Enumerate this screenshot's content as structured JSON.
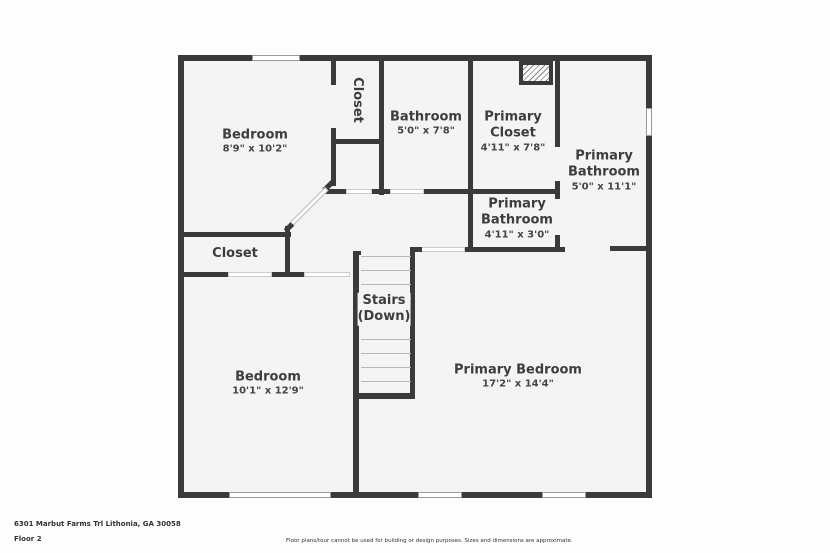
{
  "floor_plan": {
    "rooms": [
      {
        "id": "bedroom-1",
        "name": "Bedroom",
        "dimensions": "8'9\" x 10'2\""
      },
      {
        "id": "closet-1",
        "name": "Closet",
        "dimensions": ""
      },
      {
        "id": "bathroom",
        "name": "Bathroom",
        "dimensions": "5'0\" x 7'8\""
      },
      {
        "id": "primary-closet",
        "name": "Primary\nCloset",
        "name_line1": "Primary",
        "name_line2": "Closet",
        "dimensions": "4'11\" x 7'8\""
      },
      {
        "id": "primary-bathroom-1",
        "name_line1": "Primary",
        "name_line2": "Bathroom",
        "dimensions": "5'0\" x 11'1\""
      },
      {
        "id": "primary-bathroom-2",
        "name_line1": "Primary",
        "name_line2": "Bathroom",
        "dimensions": "4'11\" x 3'0\""
      },
      {
        "id": "closet-2",
        "name": "Closet",
        "dimensions": ""
      },
      {
        "id": "stairs",
        "name_line1": "Stairs",
        "name_line2": "(Down)",
        "dimensions": ""
      },
      {
        "id": "bedroom-2",
        "name": "Bedroom",
        "dimensions": "10'1\" x 12'9\""
      },
      {
        "id": "primary-bedroom",
        "name": "Primary Bedroom",
        "dimensions": "17'2\" x 14'4\""
      }
    ]
  },
  "footer": {
    "address": "6301 Marbut Farms Trl Lithonia, GA 30058",
    "floor": "Floor 2",
    "disclaimer": "Floor plans/tour cannot be used for building or design purposes. Sizes and dimensions are approximate."
  },
  "colors": {
    "wall": "#3a3a3a",
    "floor": "#f4f4f4",
    "background": "#fdfdfd",
    "text": "#3d3d3d"
  }
}
